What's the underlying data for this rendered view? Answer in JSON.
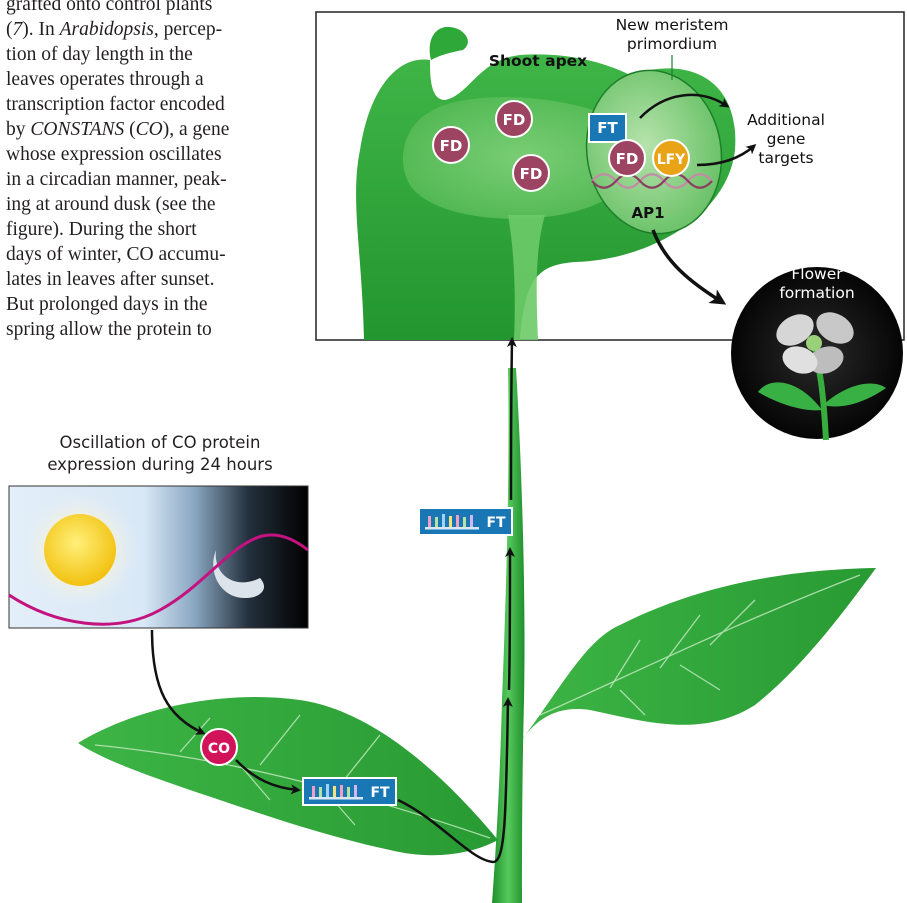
{
  "body_text": {
    "line1": "grafted onto control plants",
    "line2_a": "(",
    "line2_ref": "7",
    "line2_b": "). In ",
    "line2_italic": "Arabidopsis",
    "line2_c": ", percep-",
    "line3": "tion of day length in the",
    "line4": "leaves operates through a",
    "line5": "transcription factor encoded",
    "line6_a": "by ",
    "line6_italic": "CONSTANS",
    "line6_b": " (",
    "line6_italic2": "CO",
    "line6_c": "), a gene",
    "line7": "whose expression oscillates",
    "line8": "in a circadian manner, peak-",
    "line9": "ing at around dusk (see the",
    "line10": "figure). During the short",
    "line11": "days of winter, CO accumu-",
    "line12": "lates in leaves after sunset.",
    "line13": "But prolonged days in the",
    "line14": "spring allow the protein to"
  },
  "oscillation": {
    "caption_line1": "Oscillation of CO protein",
    "caption_line2": "expression during 24 hours"
  },
  "shoot_apex": {
    "title": "Shoot apex",
    "new_meristem_line1": "New meristem",
    "new_meristem_line2": "primordium",
    "fd_label": "FD",
    "ft_label": "FT",
    "lfy_label": "LFY",
    "ap1_label": "AP1",
    "targets_line1": "Additional",
    "targets_line2": "gene",
    "targets_line3": "targets"
  },
  "flower": {
    "line1": "Flower",
    "line2": "formation"
  },
  "stem": {
    "ft_label": "FT"
  },
  "leaf": {
    "co_label": "CO",
    "ft_label": "FT"
  },
  "colors": {
    "plant_green": "#2fa83a",
    "fd_protein": "#9e4463",
    "co_protein": "#d1135a",
    "lfy_protein": "#e8a316",
    "ft_box": "#1a77b6",
    "oscillation_curve": "#c4137e"
  }
}
